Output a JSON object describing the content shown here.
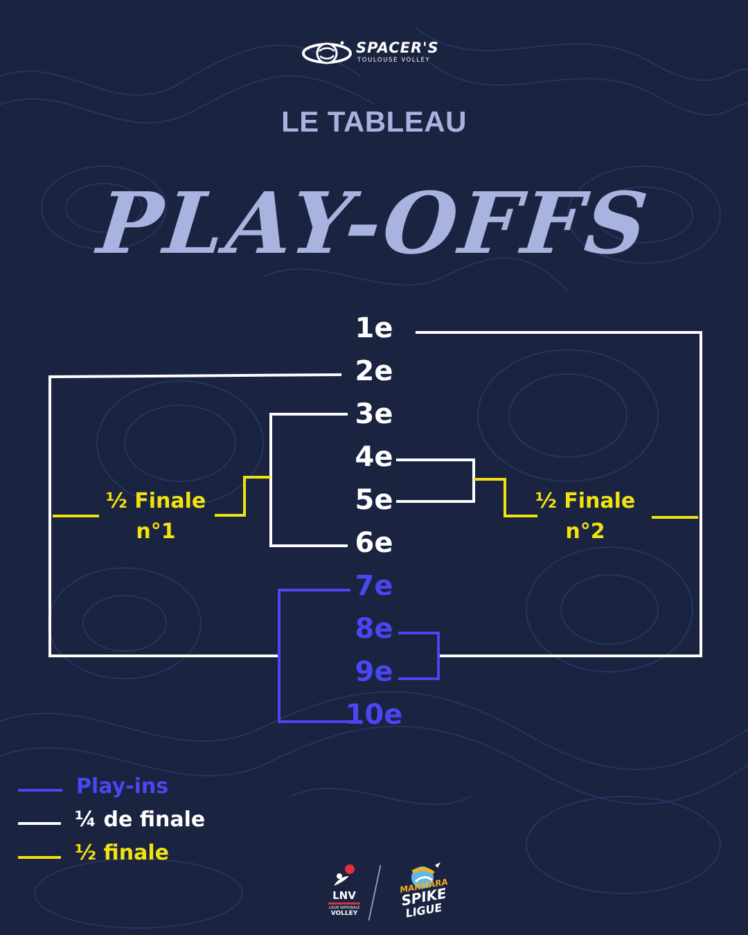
{
  "header": {
    "club_name": "SPACER'S",
    "club_sub": "TOULOUSE VOLLEY",
    "subtitle": "LE TABLEAU",
    "title": "PLAY-OFFS"
  },
  "bracket": {
    "ranks": [
      "1e",
      "2e",
      "3e",
      "4e",
      "5e",
      "6e",
      "7e",
      "8e",
      "9e",
      "10e"
    ],
    "semi_1": {
      "line1": "½ Finale",
      "line2": "n°1"
    },
    "semi_2": {
      "line1": "½ Finale",
      "line2": "n°2"
    }
  },
  "legend": [
    {
      "label": "Play-ins",
      "color": "#4a46f2"
    },
    {
      "label": "¼ de finale",
      "color": "#ffffff"
    },
    {
      "label": "½ finale",
      "color": "#f2e20f"
    }
  ],
  "footer": {
    "lnv_text": "LNV",
    "lnv_sub": "LIGUE NATIONALE",
    "lnv_sub2": "VOLLEY",
    "msl_line1": "MARMARA",
    "msl_line2": "SPIKE",
    "msl_line3": "LIGUE"
  },
  "colors": {
    "background": "#1a2340",
    "accent_title": "#a9b3e0",
    "play_ins": "#4a46f2",
    "quarter": "#ffffff",
    "semi": "#f2e20f"
  }
}
